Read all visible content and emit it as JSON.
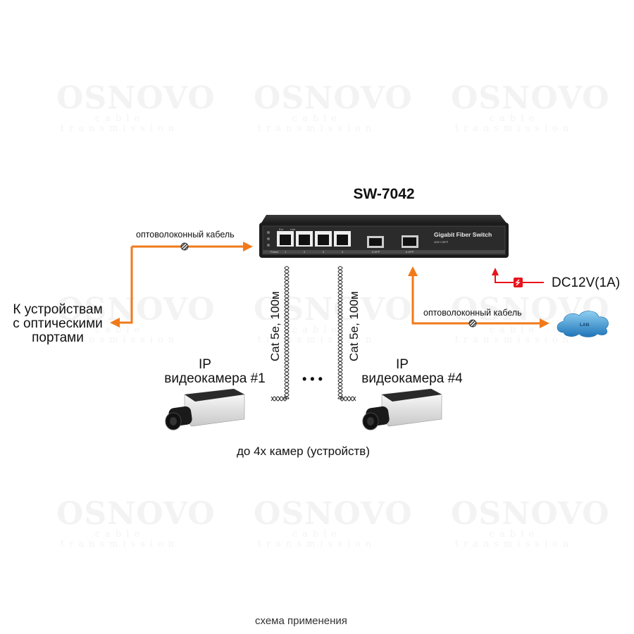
{
  "watermark": {
    "brand": "OSNOVO",
    "tagline": "cable transmission"
  },
  "device": {
    "model": "SW-7042",
    "panel_title": "Gigabit Fiber Switch",
    "panel_subtitle": "4GE+2SFP",
    "led_labels": [
      "Power"
    ],
    "port_header_labels": [
      "Ext",
      "Link"
    ],
    "port_numbers": [
      "1",
      "2",
      "3",
      "4"
    ],
    "sfp_labels": [
      "5-SFP",
      "6-SFP"
    ]
  },
  "links": {
    "left_fiber_label": "оптоволоконный кабель",
    "right_fiber_label": "оптоволоконный кабель",
    "cable_labels": [
      "Cat 5e, 100м",
      "Cat 5e, 100м"
    ],
    "power_label": "DC12V(1A)",
    "lan_label": "LAN"
  },
  "endpoints": {
    "optical_devices": [
      "К устройствам",
      "с оптическими",
      "портами"
    ],
    "camera1": {
      "line1": "IP",
      "line2": "видеокамера #1"
    },
    "camera4": {
      "line1": "IP",
      "line2": "видеокамера #4"
    },
    "ellipsis": "• • •",
    "camera_count_note": "до 4х камер (устройств)"
  },
  "colors": {
    "fiber": "#f07a1a",
    "power": "#e8141c",
    "cloud": "#2e8fd0",
    "switch_body": "#2a2a2a"
  },
  "caption": "схема применения"
}
